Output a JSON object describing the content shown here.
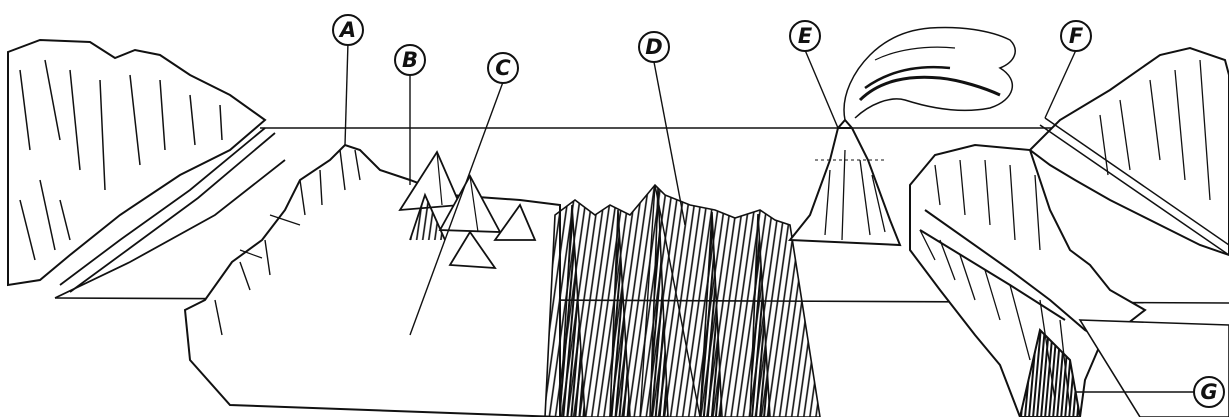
{
  "figure": {
    "labels": [
      {
        "id": "A",
        "text": "A"
      },
      {
        "id": "B",
        "text": "B"
      },
      {
        "id": "C",
        "text": "C"
      },
      {
        "id": "D",
        "text": "D"
      },
      {
        "id": "E",
        "text": "E"
      },
      {
        "id": "F",
        "text": "F"
      },
      {
        "id": "G",
        "text": "G"
      }
    ],
    "colors": {
      "ink": "#111111",
      "paper": "#ffffff"
    }
  }
}
